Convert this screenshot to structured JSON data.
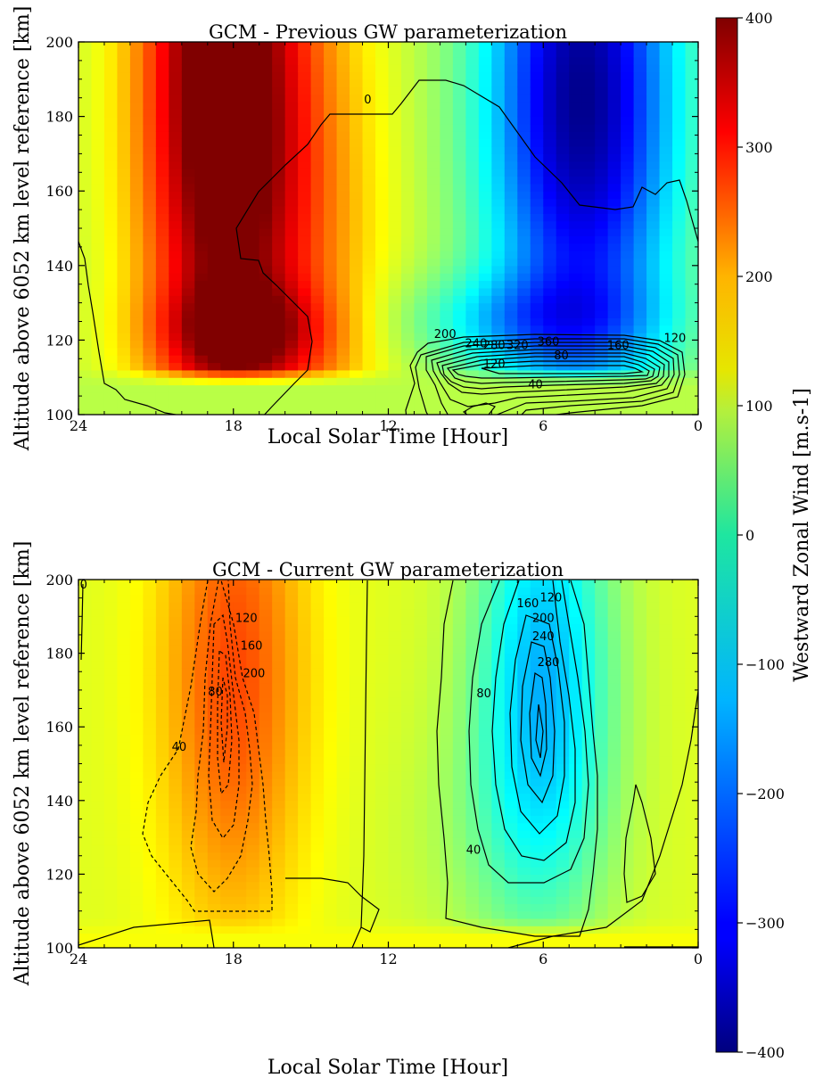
{
  "chart_data": [
    {
      "type": "heatmap",
      "title": "GCM - Previous GW parameterization",
      "xlabel": "Local Solar Time [Hour]",
      "ylabel": "Altitude above 6052 km level reference [km]",
      "xlim": [
        24,
        0
      ],
      "ylim": [
        100,
        200
      ],
      "xticks": [
        24,
        18,
        12,
        6,
        0
      ],
      "yticks": [
        100,
        120,
        140,
        160,
        180,
        200
      ],
      "field": {
        "description_units": "m.s-1",
        "background": 50,
        "blobs": [
          {
            "x": 18.5,
            "y": 190,
            "sx": 2.2,
            "sy": 70,
            "amp": 420
          },
          {
            "x": 17.5,
            "y": 122,
            "sx": 2.4,
            "sy": 9,
            "amp": 160
          },
          {
            "x": 4.5,
            "y": 185,
            "sx": 2.6,
            "sy": 55,
            "amp": -440
          },
          {
            "x": 6.5,
            "y": 125,
            "sx": 3.5,
            "sy": 9,
            "amp": -140
          },
          {
            "x": 15.0,
            "y": 150,
            "sx": 2.2,
            "sy": 60,
            "amp": 110
          }
        ],
        "low_level_band": {
          "below": 113,
          "value": 45
        }
      },
      "contour_labels": [
        {
          "x": 12.8,
          "y": 184.5,
          "text": "0"
        },
        {
          "x": 9.8,
          "y": 121.5,
          "text": "200"
        },
        {
          "x": 8.6,
          "y": 119.0,
          "text": "240"
        },
        {
          "x": 7.9,
          "y": 118.5,
          "text": "280"
        },
        {
          "x": 7.0,
          "y": 118.5,
          "text": "320"
        },
        {
          "x": 5.8,
          "y": 119.5,
          "text": "360"
        },
        {
          "x": 7.9,
          "y": 113.5,
          "text": "120"
        },
        {
          "x": 5.3,
          "y": 115.8,
          "text": "80"
        },
        {
          "x": 3.1,
          "y": 118.5,
          "text": "160"
        },
        {
          "x": 0.9,
          "y": 120.5,
          "text": "120"
        },
        {
          "x": 6.3,
          "y": 108.0,
          "text": "40"
        }
      ]
    },
    {
      "type": "heatmap",
      "title": "GCM - Current GW parameterization",
      "xlabel": "Local Solar Time [Hour]",
      "ylabel": "Altitude above 6052 km level reference [km]",
      "xlim": [
        24,
        0
      ],
      "ylim": [
        100,
        200
      ],
      "xticks": [
        24,
        18,
        12,
        6,
        0
      ],
      "yticks": [
        100,
        120,
        140,
        160,
        180,
        200
      ],
      "field": {
        "description_units": "m.s-1",
        "background": 75,
        "blobs": [
          {
            "x": 18.0,
            "y": 175,
            "sx": 2.0,
            "sy": 50,
            "amp": 170
          },
          {
            "x": 6.0,
            "y": 175,
            "sx": 1.9,
            "sy": 45,
            "amp": -230
          },
          {
            "x": 7.5,
            "y": 130,
            "sx": 2.8,
            "sy": 25,
            "amp": -40
          }
        ],
        "low_level_band": {
          "below": 108,
          "value": 95
        }
      },
      "contour_labels": [
        {
          "x": 23.8,
          "y": 198.5,
          "text": "0"
        },
        {
          "x": 17.5,
          "y": 189.5,
          "text": "120"
        },
        {
          "x": 17.3,
          "y": 182.0,
          "text": "160"
        },
        {
          "x": 17.2,
          "y": 174.5,
          "text": "200"
        },
        {
          "x": 18.7,
          "y": 169.5,
          "text": "80"
        },
        {
          "x": 20.1,
          "y": 154.5,
          "text": "40"
        },
        {
          "x": 6.6,
          "y": 193.5,
          "text": "160"
        },
        {
          "x": 5.7,
          "y": 195.0,
          "text": "120"
        },
        {
          "x": 6.0,
          "y": 189.5,
          "text": "200"
        },
        {
          "x": 6.0,
          "y": 184.5,
          "text": "240"
        },
        {
          "x": 5.8,
          "y": 177.5,
          "text": "280"
        },
        {
          "x": 8.3,
          "y": 169.0,
          "text": "80"
        },
        {
          "x": 8.7,
          "y": 126.5,
          "text": "40"
        }
      ]
    }
  ],
  "colorbar": {
    "label": "Westward Zonal Wind [m.s-1]",
    "range": [
      -400,
      400
    ],
    "ticks": [
      400,
      300,
      200,
      100,
      0,
      -100,
      -200,
      -300,
      -400
    ]
  }
}
